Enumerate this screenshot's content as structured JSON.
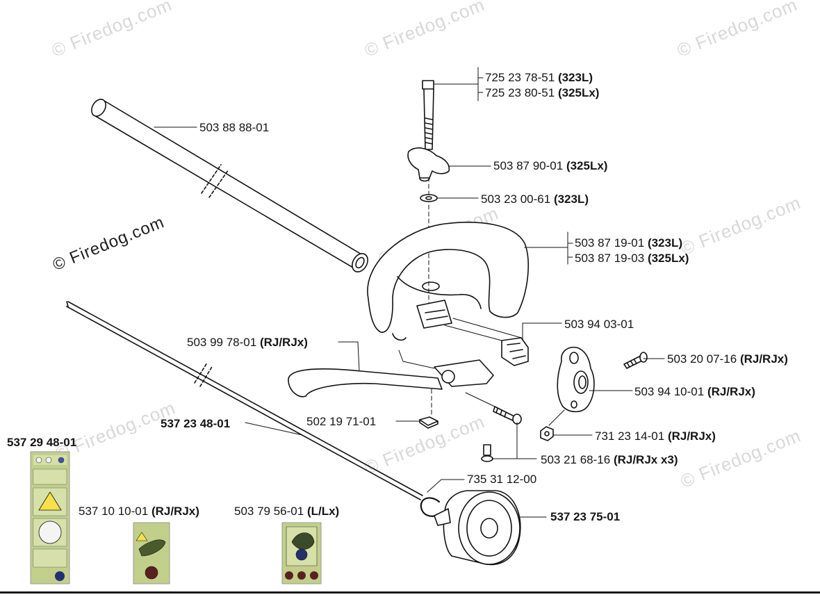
{
  "watermark": "© Firedog.com",
  "parts": [
    {
      "id": "bolt",
      "lines": [
        {
          "num": "725 23 78-51",
          "model": "(323L)"
        },
        {
          "num": "725 23 80-51",
          "model": "(325Lx)"
        }
      ]
    },
    {
      "id": "shaft-tube",
      "lines": [
        {
          "num": "503 88 88-01",
          "model": ""
        }
      ]
    },
    {
      "id": "knob",
      "lines": [
        {
          "num": "503 87 90-01",
          "model": "(325Lx)"
        }
      ]
    },
    {
      "id": "washer",
      "lines": [
        {
          "num": "503 23 00-61",
          "model": "(323L)"
        }
      ]
    },
    {
      "id": "loop-handle",
      "lines": [
        {
          "num": "503 87 19-01",
          "model": "(323L)"
        },
        {
          "num": "503 87 19-03",
          "model": "(325Lx)"
        }
      ]
    },
    {
      "id": "clamp-block",
      "lines": [
        {
          "num": "503 94 03-01",
          "model": ""
        }
      ]
    },
    {
      "id": "handle-bar",
      "lines": [
        {
          "num": "503 99 78-01",
          "model": "(RJ/RJx)"
        }
      ]
    },
    {
      "id": "screw-right",
      "lines": [
        {
          "num": "503 20 07-16",
          "model": "(RJ/RJx)"
        }
      ]
    },
    {
      "id": "clamp-housing",
      "lines": [
        {
          "num": "503 94 10-01",
          "model": "(RJ/RJx)"
        }
      ]
    },
    {
      "id": "drive-shaft",
      "lines": [
        {
          "num": "537 23 48-01",
          "model": ""
        }
      ]
    },
    {
      "id": "square-nut",
      "lines": [
        {
          "num": "502 19 71-01",
          "model": ""
        }
      ]
    },
    {
      "id": "nut",
      "lines": [
        {
          "num": "731 23 14-01",
          "model": "(RJ/RJx)"
        }
      ]
    },
    {
      "id": "decal-set",
      "lines": [
        {
          "num": "537 29 48-01",
          "model": ""
        }
      ]
    },
    {
      "id": "screws-x3",
      "lines": [
        {
          "num": "503 21 68-16",
          "model": "(RJ/RJx x3)"
        }
      ]
    },
    {
      "id": "circlip",
      "lines": [
        {
          "num": "735 31 12-00",
          "model": ""
        }
      ]
    },
    {
      "id": "decal-rj",
      "lines": [
        {
          "num": "537 10 10-01",
          "model": "(RJ/RJx)"
        }
      ]
    },
    {
      "id": "decal-l",
      "lines": [
        {
          "num": "503 79 56-01",
          "model": "(L/Lx)"
        }
      ]
    },
    {
      "id": "guard-cup",
      "lines": [
        {
          "num": "537 23 75-01",
          "model": ""
        }
      ]
    }
  ]
}
